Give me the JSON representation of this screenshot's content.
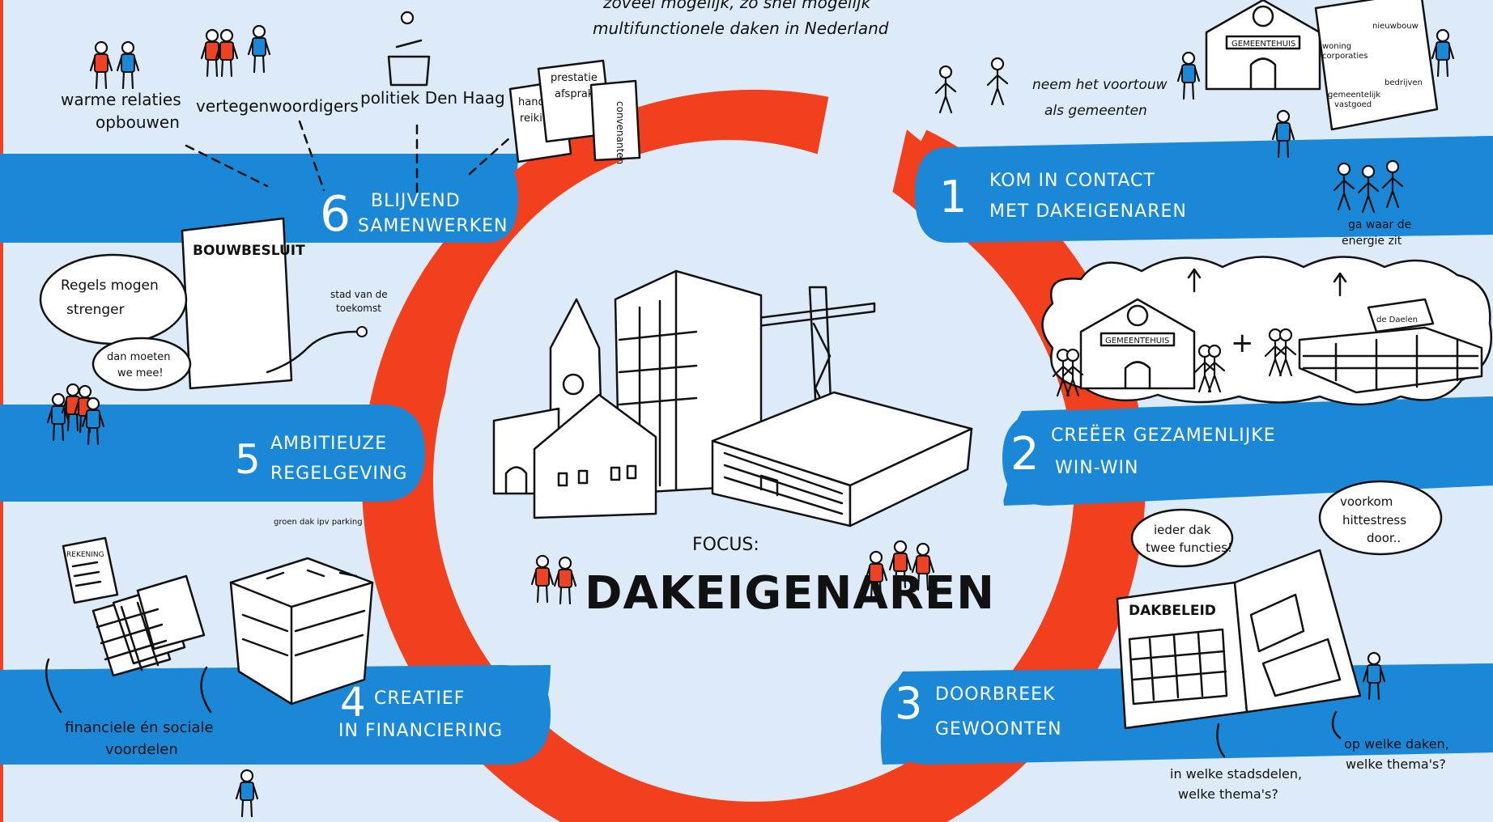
{
  "top_caption": {
    "line1": "zoveel mogelijk, zo snel mogelijk",
    "line2": "multifunctionele daken in Nederland"
  },
  "center": {
    "focus": "FOCUS:",
    "title": "DAKEIGENAREN"
  },
  "steps": [
    {
      "number": "1",
      "line1": "KOM IN CONTACT",
      "line2": "MET DAKEIGENAREN"
    },
    {
      "number": "2",
      "line1": "CREËER GEZAMENLIJKE",
      "line2": "WIN-WIN"
    },
    {
      "number": "3",
      "line1": "DOORBREEK",
      "line2": "GEWOONTEN"
    },
    {
      "number": "4",
      "line1": "CREATIEF",
      "line2": "IN FINANCIERING"
    },
    {
      "number": "5",
      "line1": "AMBITIEUZE",
      "line2": "REGELGEVING"
    },
    {
      "number": "6",
      "line1": "BLIJVEND",
      "line2": "SAMENWERKEN"
    }
  ],
  "annotations": {
    "warme_relaties_1": "warme relaties",
    "warme_relaties_2": "opbouwen",
    "vertegenwoordigers": "vertegenwoordigers",
    "politiek": "politiek Den Haag",
    "handreikingen_1": "hand-",
    "handreikingen_2": "reikingen",
    "prestatie_1": "prestatie",
    "prestatie_2": "afspraken",
    "convenanten": "convenanten",
    "neem_1": "neem het voortouw",
    "neem_2": "als gemeenten",
    "gemeentehuis": "GEMEENTEHUIS",
    "woning_1": "woning",
    "woning_2": "corporaties",
    "nieuwbouw": "nieuwbouw",
    "gemeentelijk_1": "gemeentelijk",
    "gemeentelijk_2": "vastgoed",
    "bedrijven": "bedrijven",
    "energie_1": "ga waar de",
    "energie_2": "energie zit",
    "de_dakelen": "de Daelen",
    "bouwbesluit": "BOUWBESLUIT",
    "regels_1": "Regels mogen",
    "regels_2": "strenger",
    "dan_moeten_1": "dan moeten",
    "dan_moeten_2": "we mee!",
    "stad_1": "stad van de",
    "stad_2": "toekomst",
    "groen_dak": "groen dak ipv parking",
    "rekening": "REKENING",
    "financiele_1": "financiele én sociale",
    "financiele_2": "voordelen",
    "ieder_1": "ieder dak",
    "ieder_2": "twee functies!",
    "voorkom_1": "voorkom",
    "voorkom_2": "hittestress",
    "voorkom_3": "door..",
    "dakbeleid": "DAKBELEID",
    "stadsdelen_1": "in welke stadsdelen,",
    "stadsdelen_2": "welke thema's?",
    "welke_daken_1": "op welke daken,",
    "welke_daken_2": "welke thema's?"
  },
  "colors": {
    "background": "#dcebf7",
    "banner_blue": "#1a87d7",
    "ring_red": "#f2401f",
    "person_red": "#ef4123",
    "person_blue": "#1a87d7",
    "ink": "#111111"
  }
}
